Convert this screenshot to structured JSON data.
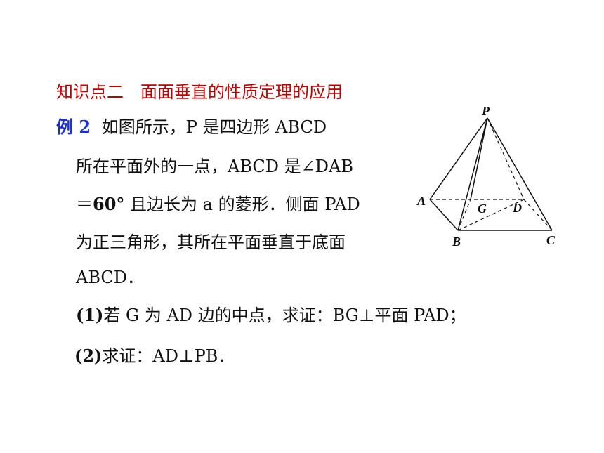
{
  "heading": "知识点二　面面垂直的性质定理的应用",
  "example": {
    "label": "例 2",
    "line1": "如图所示，P 是四边形 ABCD",
    "line2": "所在平面外的一点，ABCD 是∠DAB",
    "line3_pre": "＝",
    "line3_bold": "60°",
    "line3_post": "且边长为 a 的菱形．侧面 PAD",
    "line4": "为正三角形，其所在平面垂直于底面",
    "line5": "ABCD．"
  },
  "questions": [
    {
      "num": "(1)",
      "text": "若 G 为 AD 边的中点，求证：BG⊥平面 PAD；"
    },
    {
      "num": "(2)",
      "text": "求证：AD⊥PB．"
    }
  ],
  "figure": {
    "labels": {
      "P": "P",
      "A": "A",
      "B": "B",
      "C": "C",
      "D": "D",
      "G": "G"
    }
  }
}
